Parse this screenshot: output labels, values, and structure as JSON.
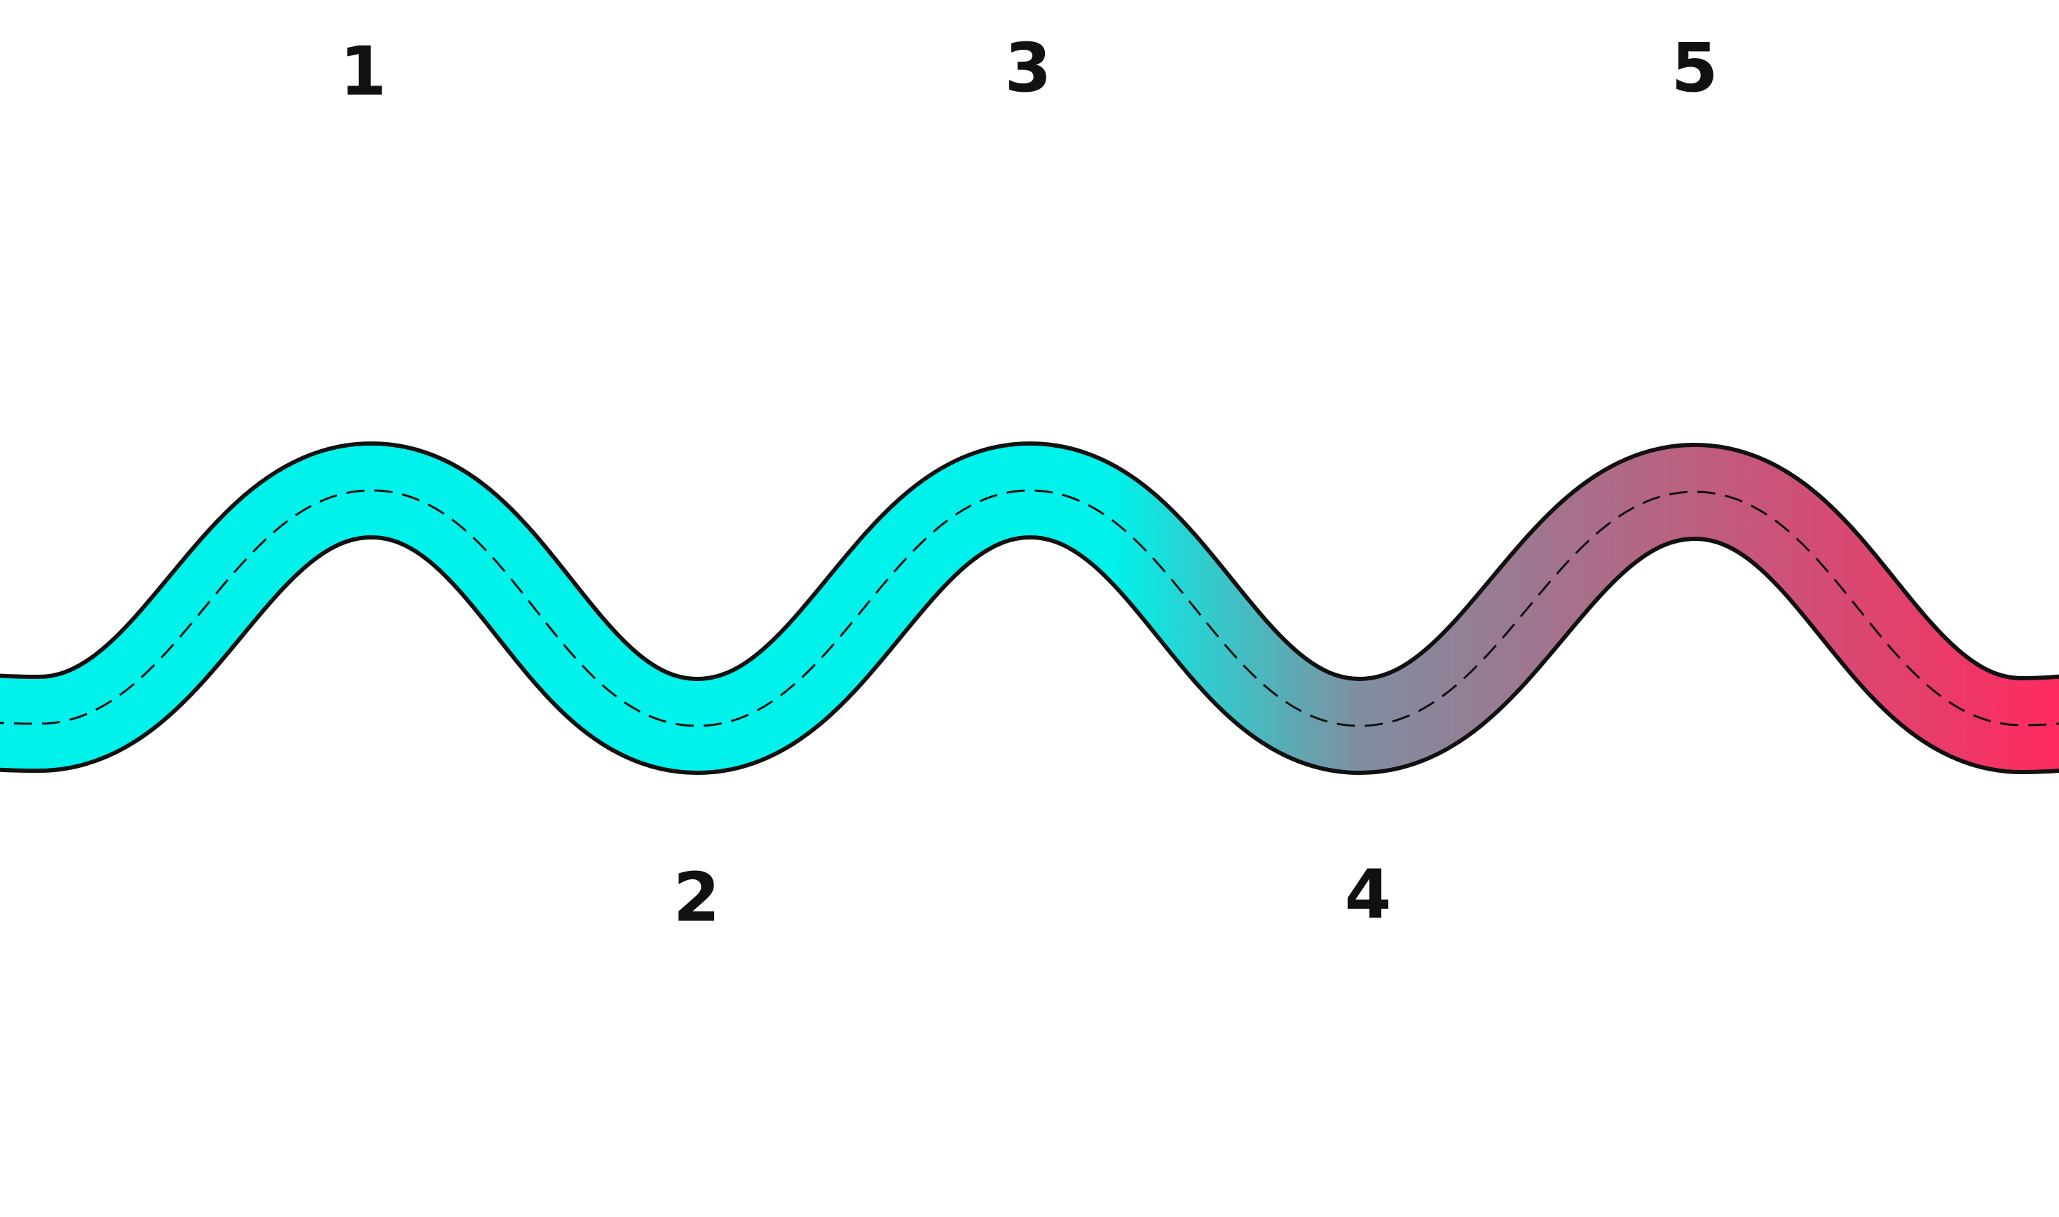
{
  "diagram": {
    "road": {
      "fill_colors": {
        "start": "#00F2EA",
        "end": "#FF2A5E"
      },
      "outline_color": "#111111",
      "centerline_style": "dashed"
    },
    "steps": [
      {
        "label": "1"
      },
      {
        "label": "2"
      },
      {
        "label": "3"
      },
      {
        "label": "4"
      },
      {
        "label": "5"
      }
    ]
  }
}
